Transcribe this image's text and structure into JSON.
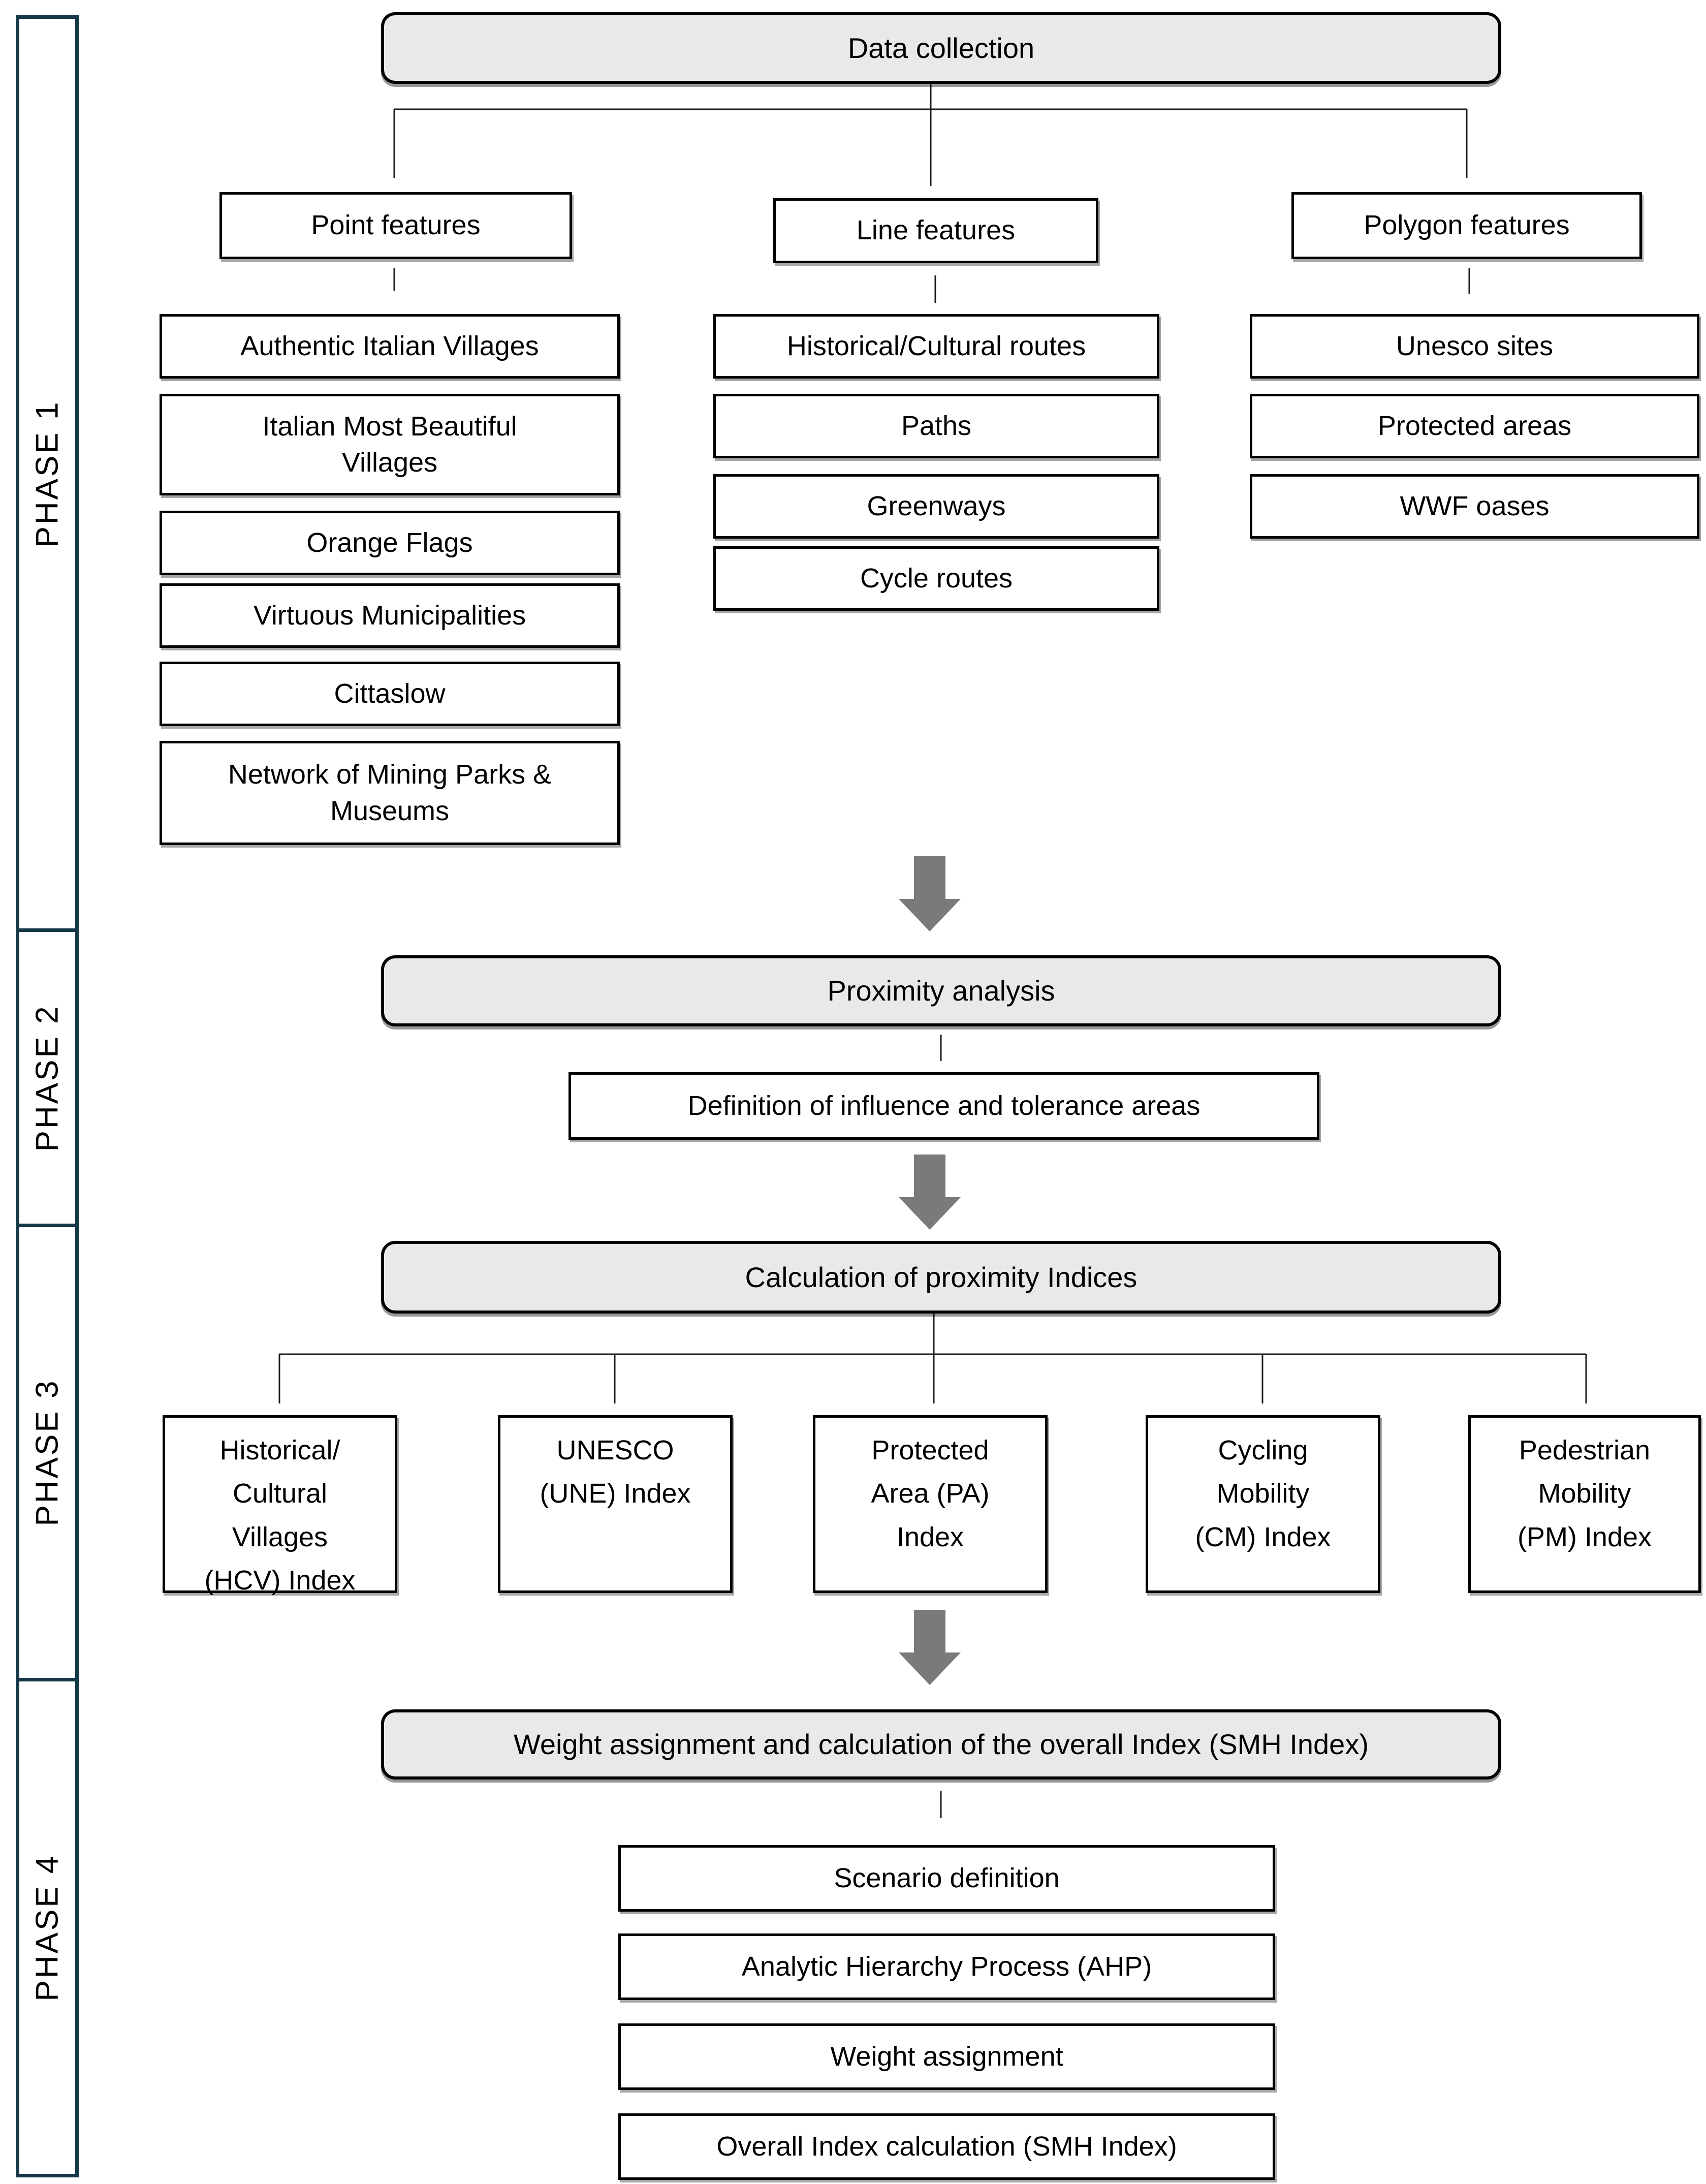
{
  "sidebar": {
    "phases": [
      {
        "label": "PHASE 1"
      },
      {
        "label": "PHASE 2"
      },
      {
        "label": "PHASE 3"
      },
      {
        "label": "PHASE 4"
      }
    ]
  },
  "flow": {
    "data_collection": "Data collection",
    "feature_groups": [
      {
        "header": "Point features",
        "items": [
          "Authentic Italian Villages",
          "Italian Most Beautiful\nVillages",
          "Orange Flags",
          "Virtuous Municipalities",
          "Cittaslow",
          "Network of Mining Parks &\nMuseums"
        ]
      },
      {
        "header": "Line features",
        "items": [
          "Historical/Cultural routes",
          "Paths",
          "Greenways",
          "Cycle routes"
        ]
      },
      {
        "header": "Polygon features",
        "items": [
          "Unesco sites",
          "Protected areas",
          "WWF oases"
        ]
      }
    ],
    "phase2": {
      "title": "Proximity analysis",
      "sub": "Definition of influence and tolerance areas"
    },
    "phase3": {
      "title": "Calculation of proximity Indices",
      "indices": [
        "Historical/\nCultural\nVillages\n(HCV) Index",
        "UNESCO\n(UNE) Index",
        "Protected\nArea (PA)\nIndex",
        "Cycling\nMobility\n(CM) Index",
        "Pedestrian\nMobility\n(PM) Index"
      ]
    },
    "phase4": {
      "title": "Weight assignment and calculation of the overall Index (SMH Index)",
      "steps": [
        "Scenario definition",
        "Analytic Hierarchy Process (AHP)",
        "Weight assignment",
        "Overall Index calculation (SMH Index)"
      ]
    }
  },
  "colors": {
    "sidebar_border": "#16394a",
    "gray_box_fill": "#e9e9e9",
    "arrow_gray": "#7a7a7a"
  }
}
